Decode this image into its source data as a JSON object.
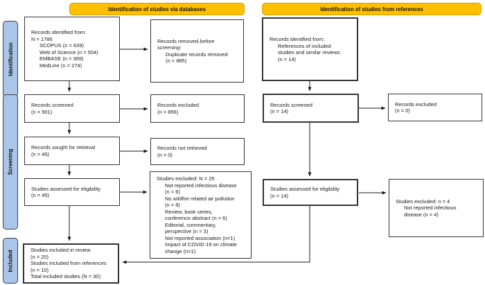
{
  "colors": {
    "header_bg": "#FFC000",
    "header_border": "#D99E00",
    "stage_bg": "#A9C6E8",
    "stage_border": "#404040",
    "box_border": "#333333",
    "arrow": "#1a1a1a"
  },
  "headers": {
    "databases": "Identification of studies via databases",
    "references": "Identification of studies from references"
  },
  "stages": {
    "identification": "Identification",
    "screening": "Screening",
    "included": "Included"
  },
  "db": {
    "identified": {
      "lines": [
        {
          "t": "Records identified from:"
        },
        {
          "t": "N = 1786"
        },
        {
          "t": "SCOPUS (n = 639)",
          "i": 1
        },
        {
          "t": "Web of Science (n = 504)",
          "i": 1
        },
        {
          "t": "EMBASE (n = 369)",
          "i": 1
        },
        {
          "t": "MedLine (n = 274)",
          "i": 1
        }
      ]
    },
    "removed": {
      "prefix": "Records removed ",
      "italic": "before screening",
      "suffix": ":",
      "lines": [
        {
          "t": "Duplicate records removed",
          "i": 1
        },
        {
          "t": "(n = 885)",
          "i": 1
        }
      ]
    },
    "screened": {
      "lines": [
        {
          "t": "Records screened"
        },
        {
          "t": "(n = 901)"
        }
      ]
    },
    "records_excluded": {
      "lines": [
        {
          "t": "Records excluded"
        },
        {
          "t": "(n = 856)"
        }
      ]
    },
    "retrieval": {
      "lines": [
        {
          "t": "Records sought for retrieval"
        },
        {
          "t": "(n = 45)"
        }
      ]
    },
    "not_retrieved": {
      "lines": [
        {
          "t": "Records not retrieved"
        },
        {
          "t": "(n = 0)"
        }
      ]
    },
    "eligibility": {
      "lines": [
        {
          "t": "Studies assessed for eligibility"
        },
        {
          "t": "(n = 45)"
        }
      ]
    },
    "studies_excluded": {
      "lines": [
        {
          "t": "Studies excluded: N = 25"
        },
        {
          "t": "Not reported infectious disease",
          "i": 1
        },
        {
          "t": "(n = 6)",
          "i": 1
        },
        {
          "t": "No wildfire related air pollution",
          "i": 1
        },
        {
          "t": "(n = 8)",
          "i": 1
        },
        {
          "t": "Review, book series,",
          "i": 1
        },
        {
          "t": "conference abstract (n = 6)",
          "i": 1
        },
        {
          "t": "Editorial, commentary,",
          "i": 1
        },
        {
          "t": "perspective (n = 3)",
          "i": 1
        },
        {
          "t": "Not reported association (n=1)",
          "i": 1
        },
        {
          "t": "Impact of COVID-19 on climate",
          "i": 1
        },
        {
          "t": "change (n=1)",
          "i": 1
        }
      ]
    },
    "included": {
      "lines": [
        {
          "t": "Studies included in review"
        },
        {
          "t": "(n = 20)"
        },
        {
          "t": "Studies included from references"
        },
        {
          "t": "(n = 10)"
        },
        {
          "t": "Total included studies (N = 30)"
        }
      ]
    }
  },
  "ref": {
    "identified": {
      "lines": [
        {
          "t": "Records identified from:"
        },
        {
          "t": "References of included",
          "i": 1
        },
        {
          "t": "studies and similar reviews",
          "i": 1
        },
        {
          "t": "(n = 14)",
          "i": 1
        }
      ]
    },
    "screened": {
      "lines": [
        {
          "t": "Records screened"
        },
        {
          "t": "(n = 14)"
        }
      ]
    },
    "records_excluded": {
      "lines": [
        {
          "t": "Records excluded"
        },
        {
          "t": "(n = 0)"
        }
      ]
    },
    "eligibility": {
      "lines": [
        {
          "t": "Studies assessed for eligibility"
        },
        {
          "t": "(n = 14)"
        }
      ]
    },
    "studies_excluded": {
      "lines": [
        {
          "t": "Studies excluded: n = 4"
        },
        {
          "t": "Not reported infectious",
          "i": 1
        },
        {
          "t": "disease (n = 4)",
          "i": 1
        }
      ]
    }
  }
}
